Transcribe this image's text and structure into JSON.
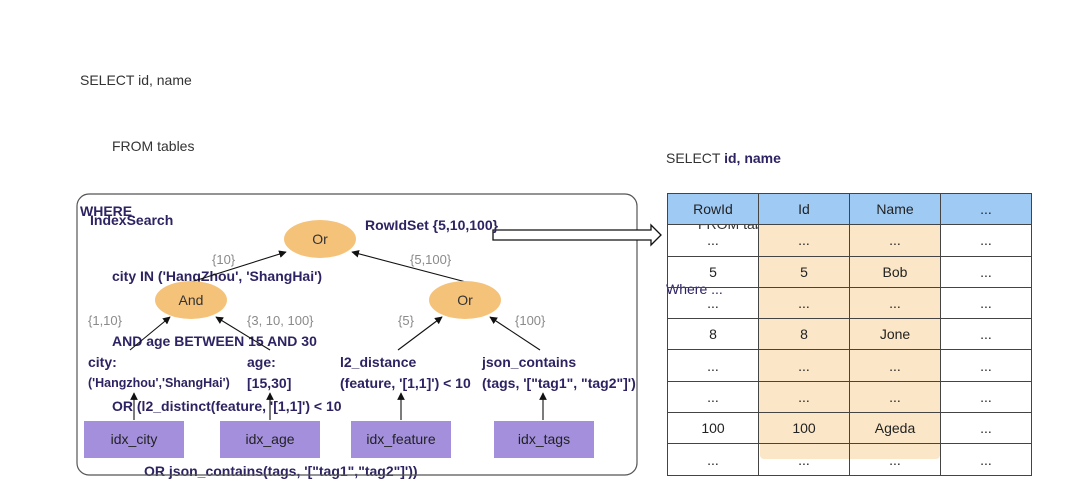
{
  "sql_main": {
    "line1": "SELECT id, name",
    "line2": "FROM tables",
    "line3": "WHERE",
    "line4": "city IN ('HangZhou', 'ShangHai')",
    "line5": "AND age BETWEEN 15 AND 30",
    "line6": "OR (l2_distinct(feature, '[1,1]') < 10",
    "line7": "OR json_contains(tags, '[\"tag1\",\"tag2\"]'))"
  },
  "sql_result": {
    "select_prefix": "SELECT ",
    "select_cols": "id, name",
    "from": "FROM tables",
    "where": "Where ..."
  },
  "index_search": {
    "title": "IndexSearch",
    "rowid_set": "RowIdSet {5,10,100}",
    "root": {
      "label": "Or"
    },
    "and_node": {
      "label": "And",
      "set": "{10}"
    },
    "or_node": {
      "label": "Or",
      "set": "{5,100}"
    },
    "leaves": [
      {
        "title": "city:",
        "sub": "('Hangzhou','ShangHai')",
        "set": "{1,10}",
        "index": "idx_city"
      },
      {
        "title": "age:",
        "sub": "[15,30]",
        "set": "{3, 10, 100}",
        "index": "idx_age"
      },
      {
        "title": "l2_distance",
        "sub": "(feature, '[1,1]') < 10",
        "set": "{5}",
        "index": "idx_feature"
      },
      {
        "title": "json_contains",
        "sub": "(tags, '[\"tag1\", \"tag2\"]')",
        "set": "{100}",
        "index": "idx_tags"
      }
    ]
  },
  "result_table": {
    "headers": [
      "RowId",
      "Id",
      "Name",
      "..."
    ],
    "rows": [
      [
        "...",
        "...",
        "...",
        "..."
      ],
      [
        "5",
        "5",
        "Bob",
        "..."
      ],
      [
        "...",
        "...",
        "...",
        "..."
      ],
      [
        "8",
        "8",
        "Jone",
        "..."
      ],
      [
        "...",
        "...",
        "...",
        "..."
      ],
      [
        "...",
        "...",
        "...",
        "..."
      ],
      [
        "100",
        "100",
        "Ageda",
        "..."
      ],
      [
        "...",
        "...",
        "...",
        "..."
      ]
    ]
  },
  "colors": {
    "node_fill": "#f5c27a",
    "index_fill": "#a38fdc",
    "header_fill": "#9fcaf4",
    "highlight_fill": "#fbe7c8",
    "keyword": "#2e2362"
  }
}
